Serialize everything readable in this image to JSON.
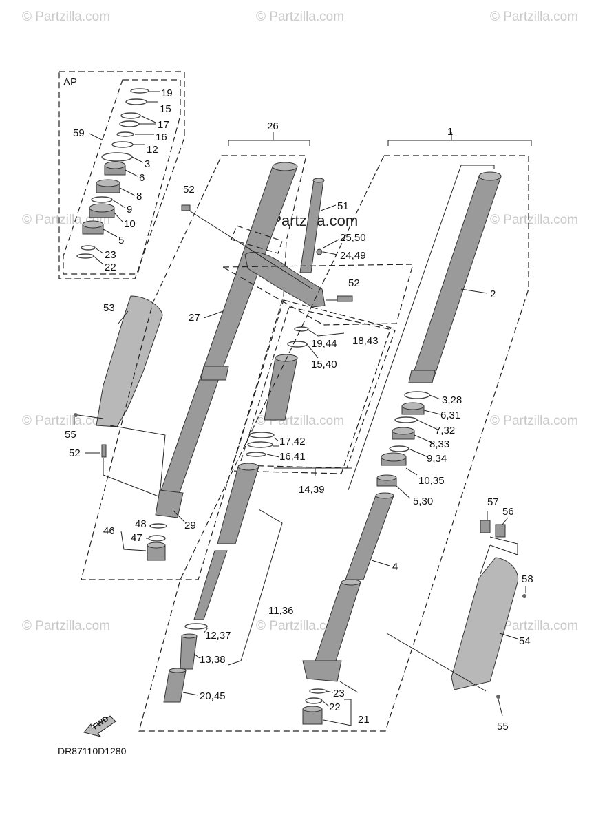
{
  "watermark": {
    "text": "© Partzilla.com",
    "center_text": "© Partzilla.com"
  },
  "diagram_code": "DR87110D1280",
  "box_labels": {
    "ap": "AP",
    "fwd": "FWD"
  },
  "callouts": {
    "c1": "1",
    "c2": "2",
    "c4": "4",
    "c5": "5",
    "c6": "6",
    "c8": "8",
    "c9": "9",
    "c10": "10",
    "c12": "12",
    "c15": "15",
    "c16": "16",
    "c17": "17",
    "c19": "19",
    "c21": "21",
    "c22a": "22",
    "c22b": "22",
    "c23a": "23",
    "c23b": "23",
    "c26": "26",
    "c27": "27",
    "c29": "29",
    "c3": "3",
    "c3_28": "3,28",
    "c5_30": "5,30",
    "c6_31": "6,31",
    "c7_32": "7,32",
    "c8_33": "8,33",
    "c9_34": "9,34",
    "c10_35": "10,35",
    "c11_36": "11,36",
    "c12_37": "12,37",
    "c13_38": "13,38",
    "c14_39": "14,39",
    "c15_40": "15,40",
    "c16_41": "16,41",
    "c17_42": "17,42",
    "c18_43": "18,43",
    "c19_44": "19,44",
    "c20_45": "20,45",
    "c24_49": "24,49",
    "c25_50": "25,50",
    "c46": "46",
    "c47": "47",
    "c48": "48",
    "c51": "51",
    "c52a": "52",
    "c52b": "52",
    "c52c": "52",
    "c53": "53",
    "c54": "54",
    "c55a": "55",
    "c55b": "55",
    "c56": "56",
    "c57": "57",
    "c58": "58",
    "c59": "59"
  }
}
